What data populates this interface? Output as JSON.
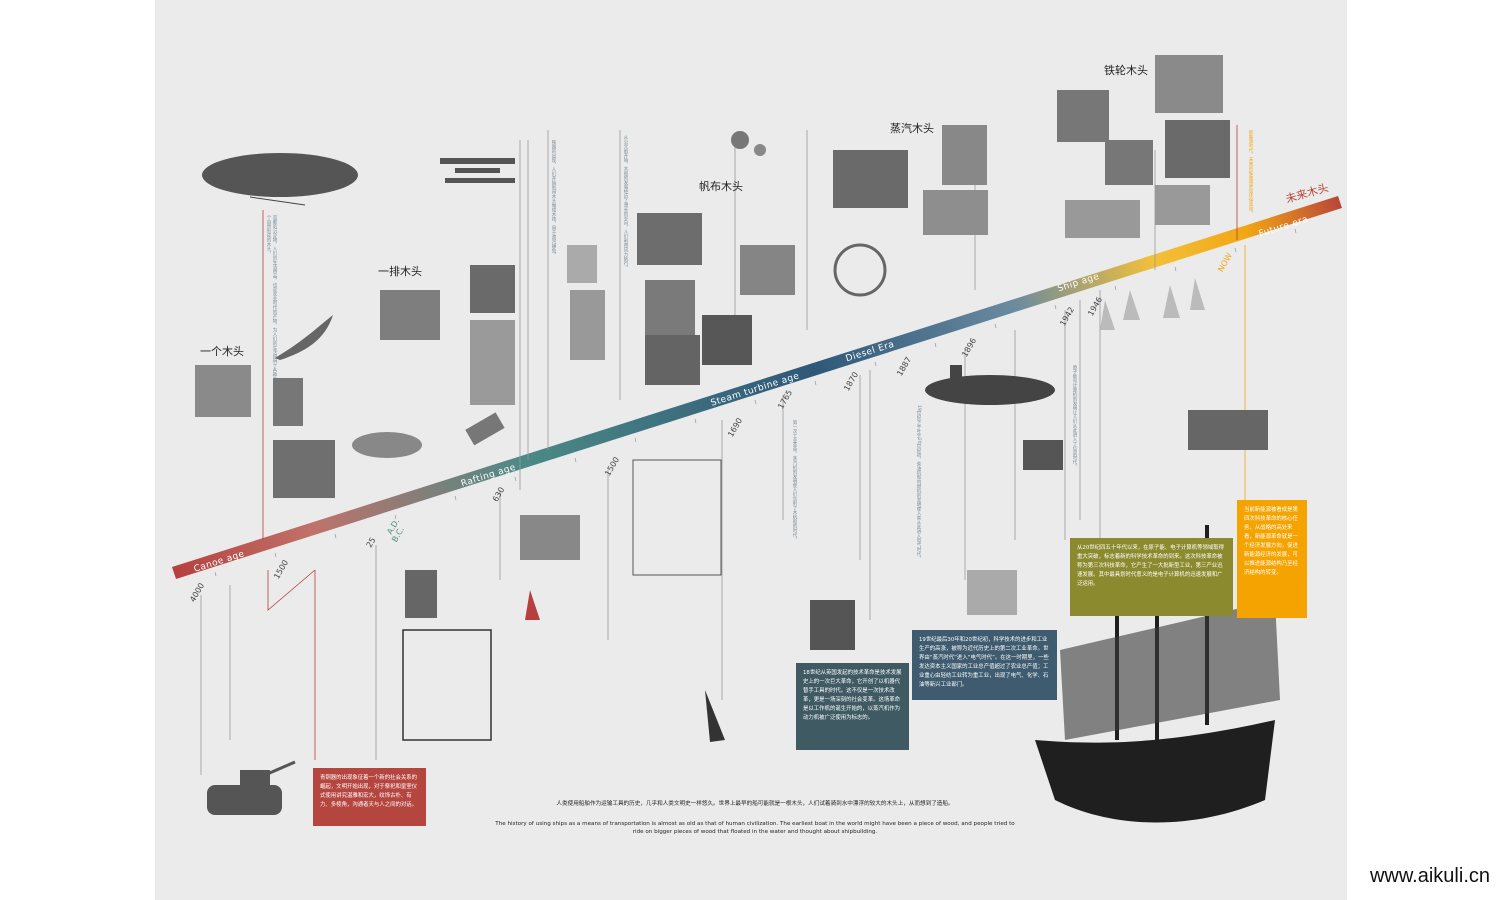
{
  "titles": {
    "one_wood": "一个木头",
    "raft_wood": "一排木头",
    "sail_wood": "帆布木头",
    "steam_wood": "蒸汽木头",
    "iron_wood": "铁轮木头",
    "future_wood": "未来木头"
  },
  "eras": {
    "canoe": "Canoe age",
    "rafting": "Rafting age",
    "steam_turbine": "Steam turbine age",
    "diesel": "Diesel Era",
    "ship": "Ship age",
    "future": "Future era"
  },
  "years": {
    "y4000": "4000",
    "y1500": "1500",
    "ad": "A.D.",
    "bc": "B.C.",
    "y25": "25",
    "y630": "630",
    "y1500b": "1500",
    "y1690": "1690",
    "y1765": "1765",
    "y1870": "1870",
    "y1887": "1887",
    "y1896": "1896",
    "y1942": "1942",
    "y1946": "1946",
    "now": "NOW"
  },
  "boxes": {
    "bronze": "青铜器的出现象征着一个新的社会关系的崛起，文明开始出现，对于祭祀和皇室仪式使用讲究温雅和宏大，纹饰古朴、有力、多棱角，沟通者天与人之间的对话。",
    "industrial1": "18世纪从英国发起的技术革命是技术发展史上的一次巨大革命，它开创了以机器代替手工具的时代。这不仅是一次技术改革，更是一场深刻的社会变革。这场革命是以工作机的诞生开始的，以蒸汽机作为动力机被广泛使用为标志的。",
    "industrial2": "19世纪最后30年和20世纪初，科学技术的进步和工业生产的高涨，被称为近代历史上的第二次工业革命。世界由“蒸汽时代”进入“电气时代”。在这一时期里，一些发达资本主义国家的工业总产值超过了农业总产值；工业重心由轻纺工业转为重工业，出现了电气、化学、石油等新兴工业部门。",
    "industrial3": "从20世纪四五十年代以来，在原子能、电子计算机等领域取得重大突破，标志着新的科学技术革命的到来。这次科技革命被称为第三次科技革命，它产生了一大批新型工业，第三产业迅速发展。其中最具划时代意义的是电子计算机的迅速发展和广泛运用。",
    "industrial4": "当前新能源被看成是第四次科技革命的核心任务，从战略的高处来看，新能源革命就是一个经济发展方向，促进新能源经济的发展，可以推进能源结构乃至经济结构的转变。"
  },
  "caption": {
    "cn": "人类使用船舶作为运输工具的历史，几乎和人类文明史一样悠久。世界上最早的船可能就是一根木头，人们试着骑到水中漂浮的较大的木头上，从而想到了造船。",
    "en1": "The history of using ships as a means of transportation is almost as old as that of human civilization. The earliest boat in the world might have been a piece of wood, and people tried to",
    "en2": "ride on bigger pieces of wood that floated in the water and thought about shipbuilding."
  },
  "vertical_notes": {
    "n1": "首都的沉淀物，人们的生活用品，也是农业时代的产物，为人们的生活提供了各种各样的工具，一个个自然形成的木头。",
    "n2": "铁器的出现，人们开始利用木头做成木筏，用于渡河捕鱼。",
    "n3": "从公元前开始，木船的发展经历了漫长的岁月，人们利用风力航行。",
    "n4": "第一次工业革命，蒸汽机的发明使人们告别了木帆船的时代。",
    "n5": "19世纪下半叶至20世纪初，柴油机和内燃机的发明使人类从此进入电气时代。",
    "n6": "原子能与计算机的发明让人们从此进入了信息时代。",
    "n7": "新能源时代，未来的船舶将更加环保高效。"
  },
  "watermark": "www.aikuli.cn",
  "colors": {
    "canoe_red": "#b5403e",
    "teal": "#3e7f86",
    "navy": "#2f4f6f",
    "orange": "#f2a614",
    "box_red": "#b5453f",
    "box_gray": "#3f5a63",
    "box_slate": "#3e5b6f",
    "box_olive": "#8c8a2f",
    "box_orange": "#f4a300"
  }
}
